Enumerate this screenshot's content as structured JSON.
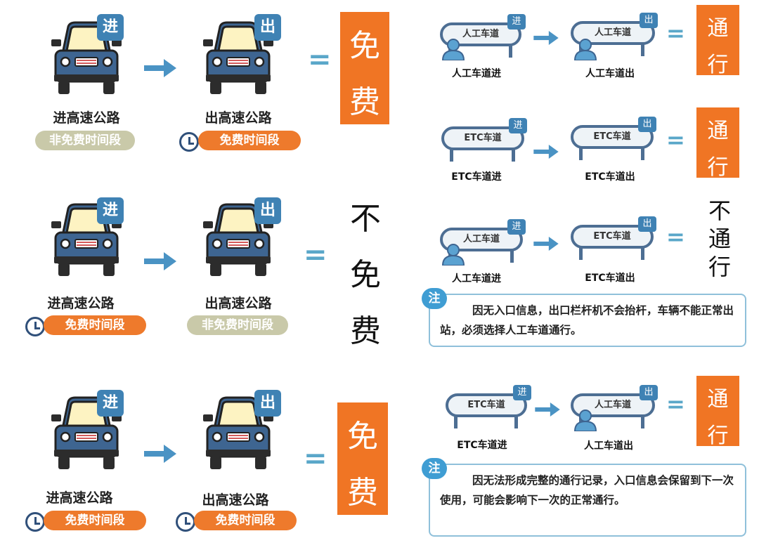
{
  "rows": [
    {
      "entry": {
        "tag": "进",
        "label": "进高速公路",
        "period": "非免费时间段"
      },
      "exit": {
        "tag": "出",
        "label": "出高速公路",
        "period": "免费时间段"
      },
      "result": [
        "免",
        "费"
      ]
    },
    {
      "entry": {
        "tag": "进",
        "label": "进高速公路",
        "period": "免费时间段"
      },
      "exit": {
        "tag": "出",
        "label": "出高速公路",
        "period": "非免费时间段"
      },
      "result": [
        "不",
        "免",
        "费"
      ]
    },
    {
      "entry": {
        "tag": "进",
        "label": "进高速公路",
        "period": "免费时间段"
      },
      "exit": {
        "tag": "出",
        "label": "出高速公路",
        "period": "免费时间段"
      },
      "result": [
        "免",
        "费"
      ]
    }
  ],
  "equals": "=",
  "lanes": [
    {
      "entry": {
        "sign": "人工车道",
        "tag": "进",
        "label": "人工车道进"
      },
      "exit": {
        "sign": "人工车道",
        "tag": "出",
        "label": "人工车道出"
      },
      "result": [
        "通",
        "行"
      ]
    },
    {
      "entry": {
        "sign": "ETC车道",
        "tag": "进",
        "label": "ETC车道进"
      },
      "exit": {
        "sign": "ETC车道",
        "tag": "出",
        "label": "ETC车道出"
      },
      "result": [
        "通",
        "行"
      ]
    },
    {
      "entry": {
        "sign": "人工车道",
        "tag": "进",
        "label": "人工车道进"
      },
      "exit": {
        "sign": "ETC车道",
        "tag": "出",
        "label": "ETC车道出"
      },
      "result": [
        "不",
        "通",
        "行"
      ]
    },
    {
      "entry": {
        "sign": "ETC车道",
        "tag": "进",
        "label": "ETC车道进"
      },
      "exit": {
        "sign": "人工车道",
        "tag": "出",
        "label": "人工车道出"
      },
      "result": [
        "通",
        "行"
      ]
    }
  ],
  "notes": [
    {
      "badge": "注",
      "text": "因无入口信息，出口栏杆机不会抬杆，车辆不能正常出站，必须选择人工车道通行。"
    },
    {
      "badge": "注",
      "text": "因无法形成完整的通行记录，入口信息会保留到下一次使用，可能会影响下一次的正常通行。"
    }
  ],
  "colors": {
    "orange": "#f07524",
    "blue": "#3f82b4",
    "car": "#3e6591",
    "grey_pill": "#c9c9a9",
    "equals": "#5aa7c9"
  }
}
